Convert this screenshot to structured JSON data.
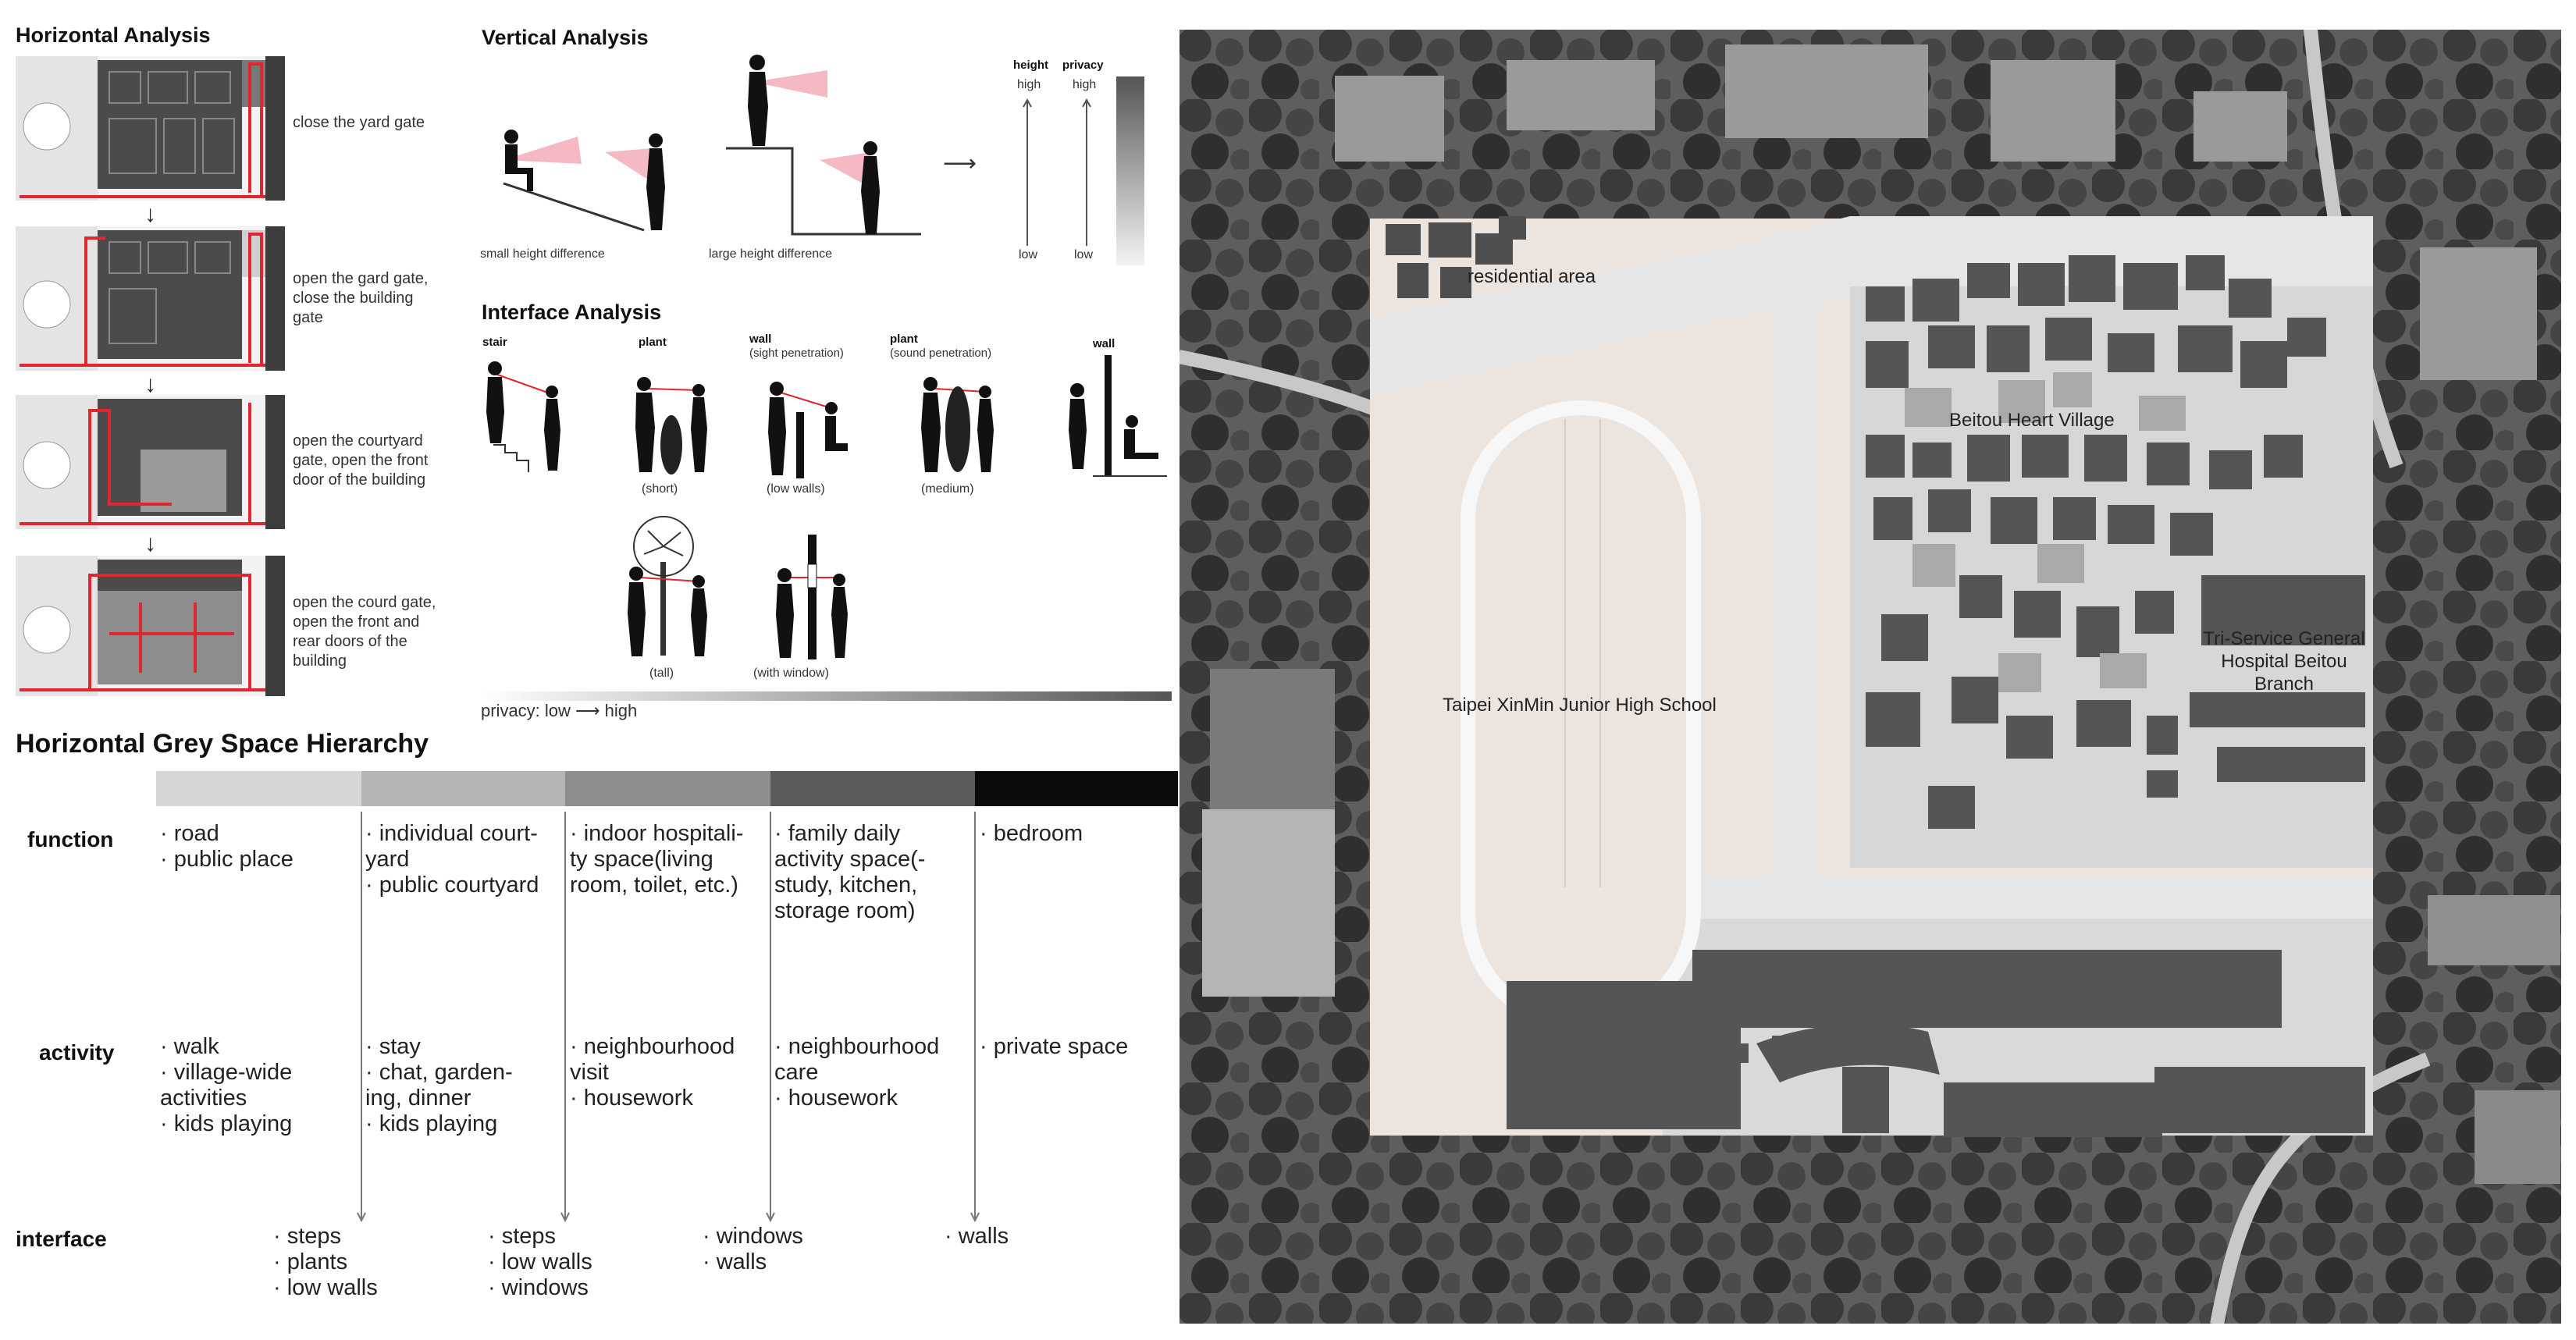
{
  "horizontal_analysis": {
    "title": "Horizontal Analysis",
    "steps": [
      "close the yard gate",
      "open the gard gate,\nclose the building\ngate",
      "open the courtyard\ngate, open the front\ndoor of the building",
      "open the courd gate,\nopen the front and\nrear doors of the\nbuilding"
    ]
  },
  "vertical_analysis": {
    "title": "Vertical Analysis",
    "captions": [
      "small height difference",
      "large height difference"
    ],
    "scale": {
      "height_label": "height",
      "privacy_label": "privacy",
      "high": "high",
      "low": "low"
    }
  },
  "interface_analysis": {
    "title": "Interface Analysis",
    "items": [
      {
        "label": "stair",
        "sub": "",
        "caption": ""
      },
      {
        "label": "plant",
        "sub": "",
        "caption": "(short)"
      },
      {
        "label": "wall",
        "sub": "(sight penetration)",
        "caption": "(low walls)"
      },
      {
        "label": "plant",
        "sub": "(sound penetration)",
        "caption": "(medium)"
      },
      {
        "label": "wall",
        "sub": "",
        "caption": ""
      },
      {
        "label": "",
        "sub": "",
        "caption": "(tall)"
      },
      {
        "label": "",
        "sub": "",
        "caption": "(with window)"
      }
    ],
    "privacy_bar": "privacy: low ⟶ high"
  },
  "hierarchy": {
    "title": "Horizontal Grey Space Hierarchy",
    "colors": [
      "#d6d6d6",
      "#b4b4b4",
      "#8d8d8d",
      "#5a5a5a",
      "#0a0a0a"
    ],
    "rows": {
      "function": "function",
      "activity": "activity",
      "interface": "interface"
    },
    "function": [
      "· road\n· public place",
      "· individual court-\nyard\n· public courtyard",
      "· indoor hospitali-\nty space(living\nroom, toilet, etc.)",
      "· family daily\nactivity space(-\nstudy, kitchen,\nstorage room)",
      "· bedroom"
    ],
    "activity": [
      "· walk\n· village-wide\nactivities\n· kids playing",
      "· stay\n· chat, garden-\ning, dinner\n· kids playing",
      "· neighbourhood\nvisit\n· housework",
      "· neighbourhood\ncare\n· housework",
      "· private space"
    ],
    "interface": [
      "· steps\n· plants\n· low walls",
      "· steps\n· low walls\n· windows",
      "· windows\n· walls",
      "· walls"
    ]
  },
  "map": {
    "labels": {
      "residential": "residential area",
      "village": "Beitou Heart Village",
      "school": "Taipei XinMin Junior High School",
      "hospital": "Tri-Service General\nHospital Beitou\nBranch"
    }
  }
}
